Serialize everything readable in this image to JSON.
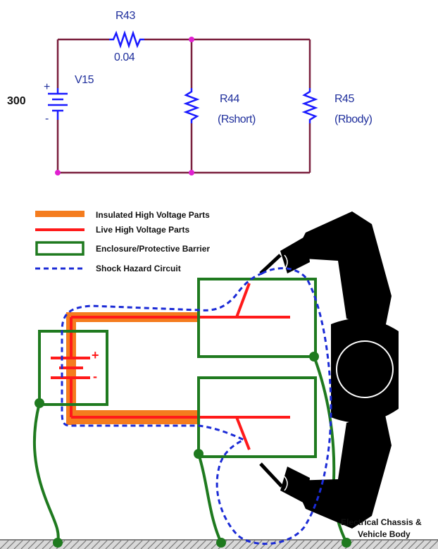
{
  "schematic": {
    "source_value": "300",
    "source_name": "V15",
    "r_series_name": "R43",
    "r_series_value": "0.04",
    "r_short_name": "R44",
    "r_short_label": "(Rshort)",
    "r_body_name": "R45",
    "r_body_label": "(Rbody)",
    "polarity_plus": "+",
    "polarity_minus": "-"
  },
  "legend": {
    "items": [
      {
        "label": "Insulated High Voltage Parts",
        "color": "#f47c1e"
      },
      {
        "label": "Live High Voltage Parts",
        "color": "#ff1a1a"
      },
      {
        "label": "Enclosure/Protective Barrier",
        "color": "#1f7a1f"
      },
      {
        "label": "Shock Hazard Circuit",
        "color": "#1b2bd6"
      }
    ]
  },
  "illustration": {
    "battery_plus": "+",
    "battery_minus": "-",
    "chassis_label_line1": "Electrical Chassis &",
    "chassis_label_line2": "Vehicle Body"
  },
  "colors": {
    "wire": "#7a1f3d",
    "node": "#e020d0",
    "resistor": "#1a1aff",
    "ground": "#888888"
  }
}
